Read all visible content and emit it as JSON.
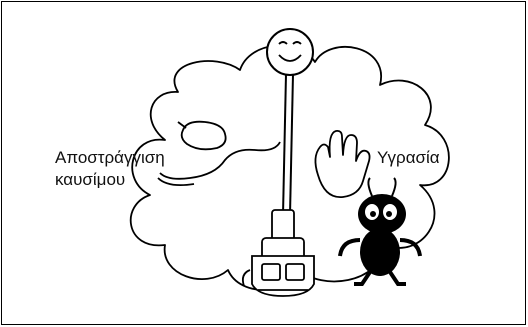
{
  "diagram": {
    "labels": {
      "fuel_drain_line1": "Αποστράγγιση",
      "fuel_drain_line2": "καυσίμου",
      "humidity": "Υγρασία"
    },
    "icons": {
      "smiling_sun": "smiling-face-icon",
      "hand": "raised-hand-icon",
      "bug": "moisture-bug-icon",
      "fuel_can": "fuel-can-icon",
      "engine": "engine-unit-icon",
      "cloud": "cloud-shape-icon"
    },
    "colors": {
      "line": "#000000",
      "background": "#ffffff"
    }
  }
}
